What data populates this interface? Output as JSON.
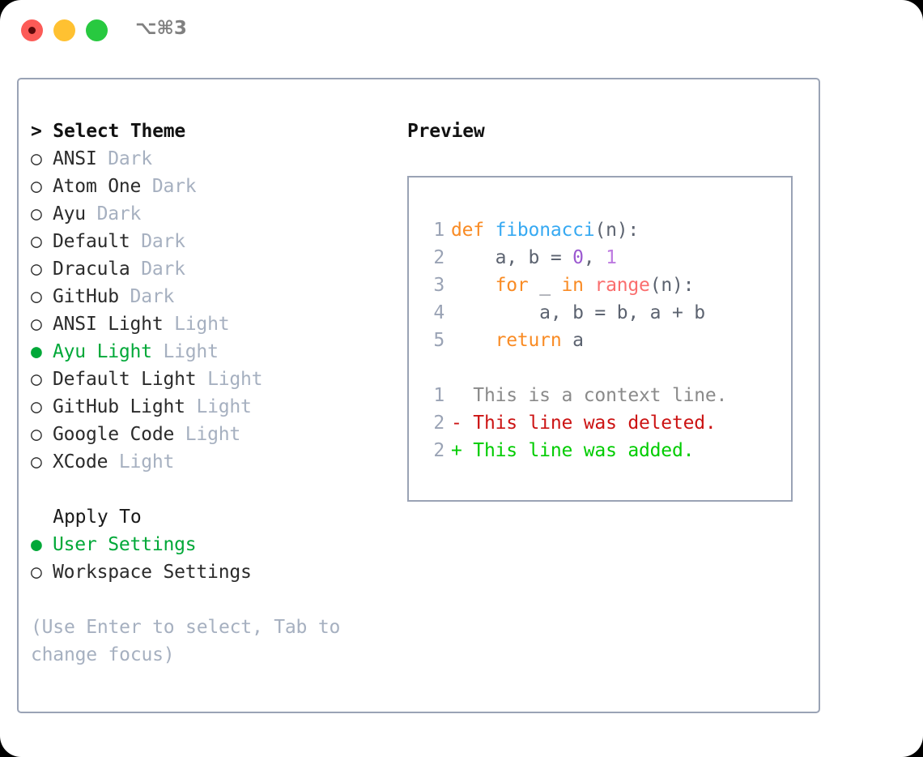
{
  "titlebar": {
    "shortcut": "⌥⌘3",
    "buttons": [
      {
        "name": "close",
        "color": "#fc5b57"
      },
      {
        "name": "minimize",
        "color": "#ffc131"
      },
      {
        "name": "maximize",
        "color": "#28c940"
      }
    ]
  },
  "theme_section": {
    "header": "> Select Theme",
    "items": [
      {
        "marker": "○",
        "label": "ANSI",
        "kind": "Dark",
        "selected": false
      },
      {
        "marker": "○",
        "label": "Atom One",
        "kind": "Dark",
        "selected": false
      },
      {
        "marker": "○",
        "label": "Ayu",
        "kind": "Dark",
        "selected": false
      },
      {
        "marker": "○",
        "label": "Default",
        "kind": "Dark",
        "selected": false
      },
      {
        "marker": "○",
        "label": "Dracula",
        "kind": "Dark",
        "selected": false
      },
      {
        "marker": "○",
        "label": "GitHub",
        "kind": "Dark",
        "selected": false
      },
      {
        "marker": "○",
        "label": "ANSI Light",
        "kind": "Light",
        "selected": false
      },
      {
        "marker": "●",
        "label": "Ayu Light",
        "kind": "Light",
        "selected": true
      },
      {
        "marker": "○",
        "label": "Default Light",
        "kind": "Light",
        "selected": false
      },
      {
        "marker": "○",
        "label": "GitHub Light",
        "kind": "Light",
        "selected": false
      },
      {
        "marker": "○",
        "label": "Google Code",
        "kind": "Light",
        "selected": false
      },
      {
        "marker": "○",
        "label": "XCode",
        "kind": "Light",
        "selected": false
      }
    ]
  },
  "apply_section": {
    "header": "Apply To",
    "items": [
      {
        "marker": "●",
        "label": "User Settings",
        "selected": true
      },
      {
        "marker": "○",
        "label": "Workspace Settings",
        "selected": false
      }
    ]
  },
  "hint": "(Use Enter to select, Tab to change focus)",
  "preview": {
    "header": "Preview",
    "code_lines": [
      {
        "num": "1",
        "tokens": [
          {
            "t": "def",
            "c": "kw"
          },
          {
            "t": " ",
            "c": "plain"
          },
          {
            "t": "fibonacci",
            "c": "fn"
          },
          {
            "t": "(n):",
            "c": "punct"
          }
        ]
      },
      {
        "num": "2",
        "tokens": [
          {
            "t": "    a, b = ",
            "c": "plain"
          },
          {
            "t": "0",
            "c": "num"
          },
          {
            "t": ", ",
            "c": "plain"
          },
          {
            "t": "1",
            "c": "num2"
          }
        ]
      },
      {
        "num": "3",
        "tokens": [
          {
            "t": "    ",
            "c": "plain"
          },
          {
            "t": "for",
            "c": "kw"
          },
          {
            "t": " _ ",
            "c": "plain"
          },
          {
            "t": "in",
            "c": "kw"
          },
          {
            "t": " ",
            "c": "plain"
          },
          {
            "t": "range",
            "c": "builtin"
          },
          {
            "t": "(n):",
            "c": "punct"
          }
        ]
      },
      {
        "num": "4",
        "tokens": [
          {
            "t": "        a, b = b, a + b",
            "c": "plain"
          }
        ]
      },
      {
        "num": "5",
        "tokens": [
          {
            "t": "    ",
            "c": "plain"
          },
          {
            "t": "return",
            "c": "kw"
          },
          {
            "t": " a",
            "c": "plain"
          }
        ]
      }
    ],
    "diff_lines": [
      {
        "num": "1",
        "sign": "  ",
        "text": "This is a context line.",
        "kind": "ctx"
      },
      {
        "num": "2",
        "sign": "- ",
        "text": "This line was deleted.",
        "kind": "del"
      },
      {
        "num": "2",
        "sign": "+ ",
        "text": "This line was added.",
        "kind": "add"
      }
    ]
  },
  "colors": {
    "accent_green": "#00a838",
    "muted": "#a6b0c0",
    "border": "#9aa3b5",
    "diff_del": "#cc1414",
    "diff_add": "#00cc00",
    "keyword": "#f98b24",
    "function": "#36a9f2",
    "builtin": "#fa6e6e",
    "number": "#9b59d0"
  }
}
